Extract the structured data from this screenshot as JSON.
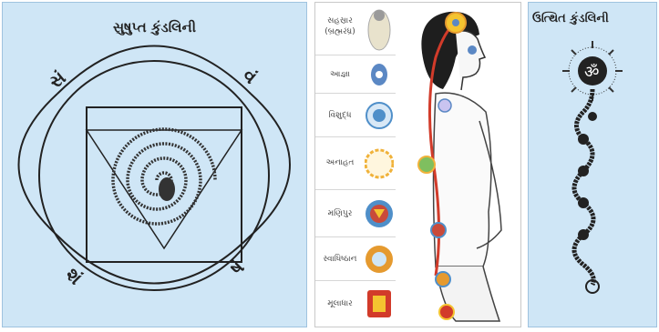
{
  "left_panel": {
    "title": "સુષુપ્ત કુંડલિની",
    "seed_letters": [
      "સં",
      "વં",
      "શં",
      "ષં"
    ]
  },
  "chakras": [
    {
      "name": "સહસ્રાર",
      "subname": "(બ્રહ્મરંધ્ર)",
      "color": "#a9a9a9"
    },
    {
      "name": "આજ્ઞા",
      "subname": "",
      "color": "#5b88c4"
    },
    {
      "name": "વિશુદ્ધ",
      "subname": "",
      "color": "#4f8fc9"
    },
    {
      "name": "અનાહત",
      "subname": "",
      "color": "#f0b23a"
    },
    {
      "name": "મણિપુર",
      "subname": "",
      "color": "#c94a3a"
    },
    {
      "name": "સ્વાધિષ્ઠાન",
      "subname": "",
      "color": "#e59a2f"
    },
    {
      "name": "મૂલાધાર",
      "subname": "",
      "color": "#d23b2a"
    }
  ],
  "right_panel": {
    "title": "ઉત્થિત કુંડલિની",
    "om_symbol": "ॐ"
  },
  "colors": {
    "panel_blue": "#cfe6f6",
    "ink": "#222222"
  }
}
